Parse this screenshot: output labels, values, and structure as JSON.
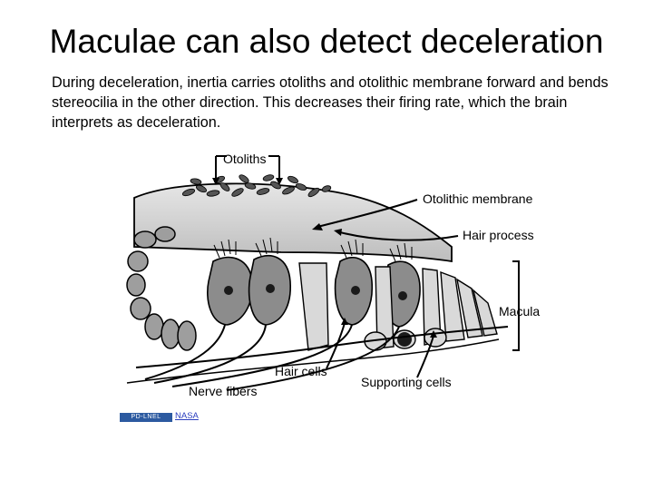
{
  "slide": {
    "title": "Maculae can also detect deceleration",
    "body": "During deceleration, inertia carries otoliths and otolithic membrane forward and bends stereocilia in the other direction. This decreases their firing rate, which the brain interprets as deceleration."
  },
  "figure": {
    "labels": {
      "otoliths": "Otoliths",
      "otolithic_membrane": "Otolithic membrane",
      "hair_process": "Hair process",
      "macula": "Macula",
      "hair_cells": "Hair cells",
      "supporting_cells": "Supporting cells",
      "nerve_fibers": "Nerve fibers"
    }
  },
  "credit": {
    "logo_text": "PD-LNEL",
    "link_text": "NASA"
  }
}
